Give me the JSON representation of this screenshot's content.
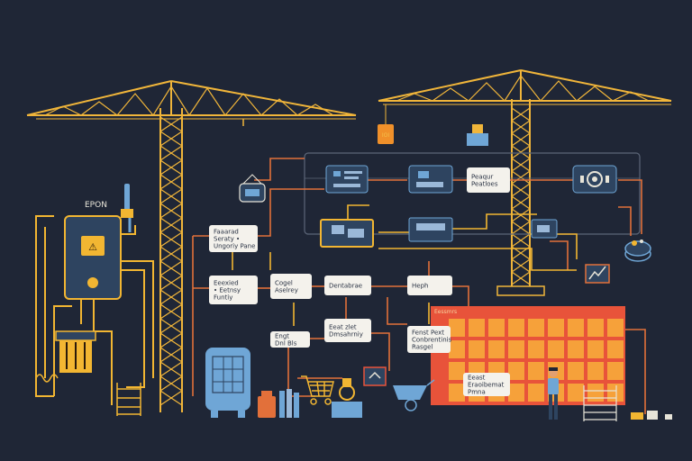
{
  "colors": {
    "background": "#1f2636",
    "crane": "#f0b53a",
    "pipe_yellow": "#f2b632",
    "pipe_orange": "#e2703a",
    "node_fill": "#f4f2ec",
    "dark_node": "#2e4460",
    "grid_red": "#e8533a",
    "grid_cell": "#f6a13a",
    "equipment_blue": "#6fa6d6",
    "frame_line": "#5c6678"
  },
  "electrical_panel": {
    "label": "EPON",
    "icon": "warning-icon"
  },
  "flow_nodes": [
    {
      "id": "node-left-upper",
      "lines": [
        "Faaarad",
        "Seraty •",
        "Ungoriy Pane"
      ]
    },
    {
      "id": "node-left-lower",
      "lines": [
        "Eeexied",
        "• Eetnsy",
        "Funtiy"
      ]
    },
    {
      "id": "node-center-a",
      "lines": [
        "Cogel",
        "Aselrey"
      ]
    },
    {
      "id": "node-center-b",
      "lines": [
        "Dentabrae"
      ]
    },
    {
      "id": "node-center-c",
      "lines": [
        "Eeat zlet",
        "Dmsahrniy"
      ]
    },
    {
      "id": "node-small",
      "lines": [
        "Engt",
        "Dnl Bls"
      ]
    },
    {
      "id": "node-right-a",
      "lines": [
        "Heph"
      ]
    },
    {
      "id": "node-right-b",
      "lines": [
        "Fenst Pext",
        "Conbrentinis",
        "Rasgel"
      ]
    },
    {
      "id": "node-top-right",
      "lines": [
        "Peaqur",
        "Peatloes"
      ]
    },
    {
      "id": "node-grid",
      "lines": [
        "Eeast",
        "Eraoibemat",
        "Pmna"
      ]
    }
  ],
  "grid_panel": {
    "header": "Eessmrs"
  },
  "icons": [
    "tower-crane-icon",
    "hook-icon",
    "monitor-icon",
    "server-icon",
    "camera-icon",
    "conveyor-icon",
    "tank-icon",
    "shopping-cart-icon",
    "wheelbarrow-icon",
    "worker-icon",
    "ladder-icon",
    "chart-icon",
    "scaffold-icon"
  ]
}
